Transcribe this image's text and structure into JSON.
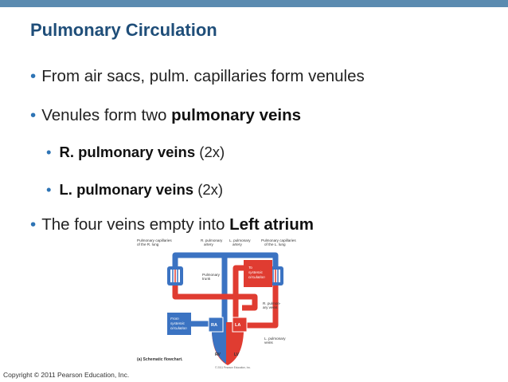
{
  "slide": {
    "title": "Pulmonary Circulation",
    "bullets": [
      {
        "text": "From air sacs, pulm. capillaries form venules"
      },
      {
        "text": "Venules form two ",
        "bold": "pulmonary veins"
      },
      {
        "bold": "R. pulmonary veins",
        "suffix": " (2x)"
      },
      {
        "bold": "L. pulmonary veins",
        "suffix": " (2x)"
      },
      {
        "text": "The four veins empty into ",
        "bold": "Left atrium"
      }
    ],
    "bullet_glyph": "•"
  },
  "figure": {
    "labels": {
      "pcap_r_1": "Pulmonary capillaries",
      "pcap_r_2": "of the R. lung",
      "rpa_1": "R. pulmonary",
      "rpa_2": "artery",
      "lpa_1": "L. pulmonary",
      "lpa_2": "artery",
      "pcap_l_1": "Pulmonary capillaries",
      "pcap_l_2": "of the L. lung",
      "trunk_1": "Pulmonary",
      "trunk_2": "trunk",
      "to_sys_1": "To",
      "to_sys_2": "systemic",
      "to_sys_3": "circulation",
      "rpv_1": "R. pulmon-",
      "rpv_2": "ary veins",
      "from_sys_1": "From",
      "from_sys_2": "systemic",
      "from_sys_3": "circulation",
      "ra": "RA",
      "la": "LA",
      "rv": "RV",
      "lv": "LV",
      "lpv_1": "L. pulmonary",
      "lpv_2": "veins",
      "caption": "(a) Schematic flowchart.",
      "fig_copyright": "© 2011 Pearson Education, Inc."
    },
    "colors": {
      "deoxy": "#3b73c2",
      "oxy": "#e03c31",
      "label_text": "#333333"
    }
  },
  "footer": {
    "copyright": "Copyright © 2011 Pearson Education, Inc."
  }
}
